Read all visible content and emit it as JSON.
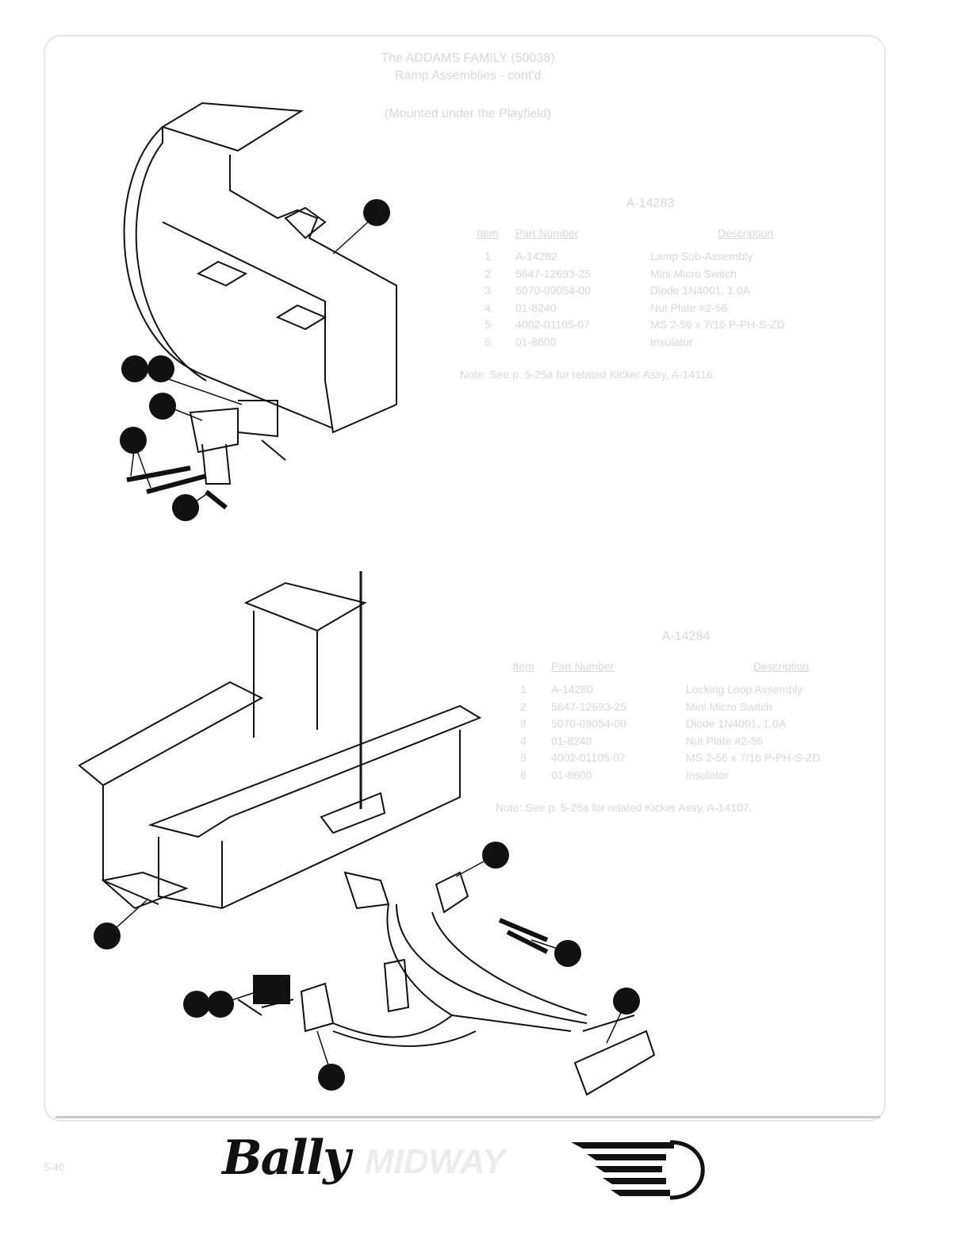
{
  "header": {
    "line1": "The ADDAMS FAMILY (50038)",
    "line2": "Ramp Assemblies - cont'd",
    "line3": "(Mounted under the Playfield)"
  },
  "assembly_top": {
    "number": "A-14283",
    "headers": {
      "item": "Item",
      "part": "Part Number",
      "desc": "Description"
    },
    "rows": [
      {
        "item": "1",
        "part": "A-14282",
        "desc": "Lamp Sub-Assembly"
      },
      {
        "item": "2",
        "part": "5647-12693-25",
        "desc": "Mini Micro Switch"
      },
      {
        "item": "3",
        "part": "5070-09054-00",
        "desc": "Diode 1N4001, 1.0A"
      },
      {
        "item": "4",
        "part": "01-8240",
        "desc": "Nut Plate #2-56"
      },
      {
        "item": "5",
        "part": "4002-01105-07",
        "desc": "MS 2-56 x 7/16 P-PH-S-ZD"
      },
      {
        "item": "6",
        "part": "01-8600",
        "desc": "Insulator"
      }
    ],
    "note": "Note: See p. 5-25a for related Kicker Assy, A-14116."
  },
  "assembly_bottom": {
    "number": "A-14284",
    "headers": {
      "item": "Item",
      "part": "Part Number",
      "desc": "Description"
    },
    "rows": [
      {
        "item": "1",
        "part": "A-14280",
        "desc": "Locking Loop Assembly"
      },
      {
        "item": "2",
        "part": "5647-12693-25",
        "desc": "Mini Micro Switch"
      },
      {
        "item": "3",
        "part": "5070-09054-00",
        "desc": "Diode 1N4001, 1.0A"
      },
      {
        "item": "4",
        "part": "01-8240",
        "desc": "Nut Plate #2-56"
      },
      {
        "item": "5",
        "part": "4002-01105-07",
        "desc": "MS 2-56 x 7/16 P-PH-S-ZD"
      },
      {
        "item": "6",
        "part": "01-8600",
        "desc": "Insulator"
      }
    ],
    "note": "Note: See p. 5-26a for related Kicker Assy, A-14107."
  },
  "footer": {
    "brand": "Bally",
    "brand2": "MIDWAY",
    "page": "5-40"
  }
}
